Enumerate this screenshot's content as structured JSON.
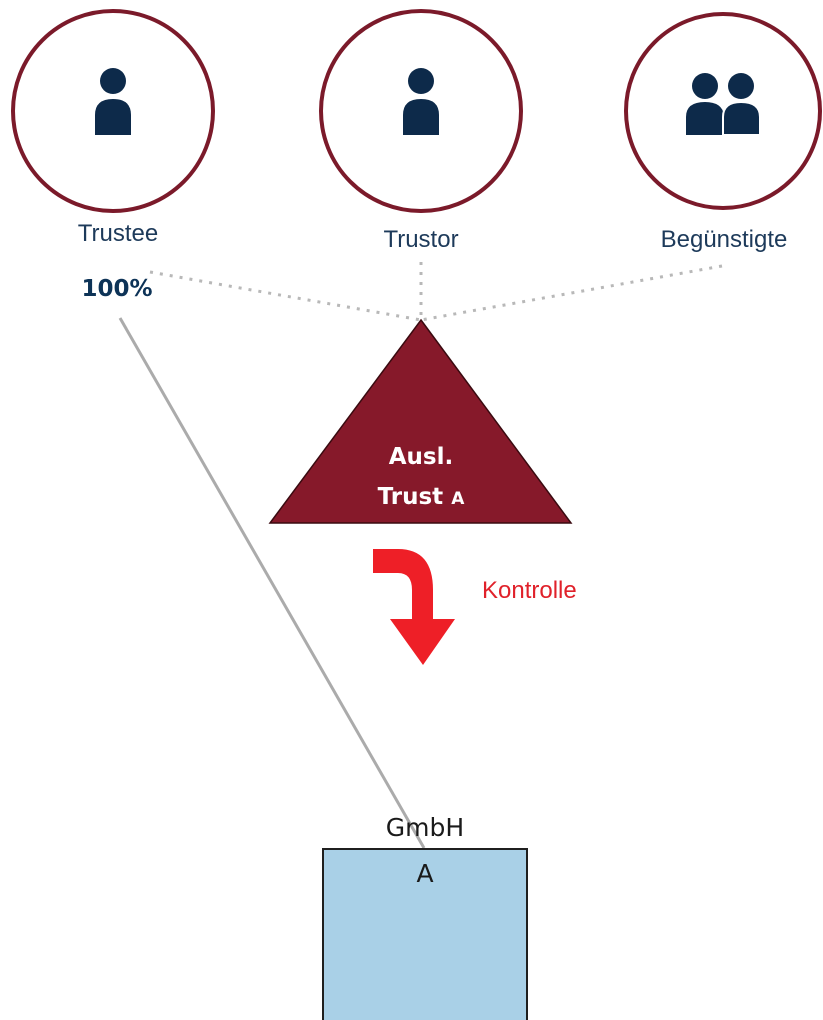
{
  "parties": [
    {
      "id": "trustee",
      "label": "Trustee",
      "icon": "person-icon"
    },
    {
      "id": "trustor",
      "label": "Trustor",
      "icon": "person-icon"
    },
    {
      "id": "beneficiaries",
      "label": "Begünstigte",
      "icon": "group-icon"
    }
  ],
  "ownership": {
    "percent": "100%"
  },
  "trust": {
    "line1": "Ausl.",
    "line2_main": "Trust",
    "line2_suffix": "A"
  },
  "control": {
    "label": "Kontrolle"
  },
  "company": {
    "line1": "GmbH",
    "line2": "A"
  },
  "colors": {
    "circle_border": "#7b1a2a",
    "icon": "#0d2a4a",
    "trust_fill": "#86192a",
    "arrow": "#ee1f27",
    "box_fill": "#a9d0e7",
    "label_text": "#1d3a5a",
    "control_text": "#e0212a"
  }
}
